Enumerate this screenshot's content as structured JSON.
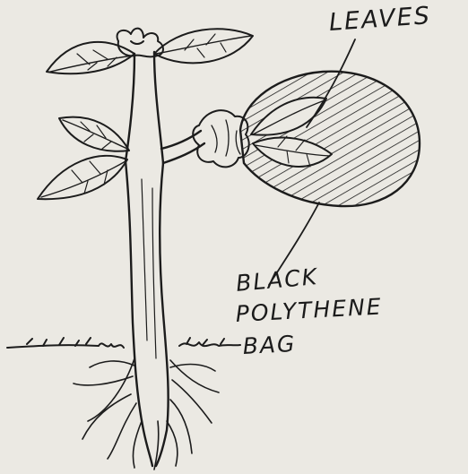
{
  "labels": {
    "leaves": "LEAVES",
    "bag_line_1": "BLACK",
    "bag_line_2": "POLYTHENE",
    "bag_line_3": "BAG"
  },
  "colors": {
    "ink": "#1c1c1c",
    "paper": "#ebe9e3"
  }
}
